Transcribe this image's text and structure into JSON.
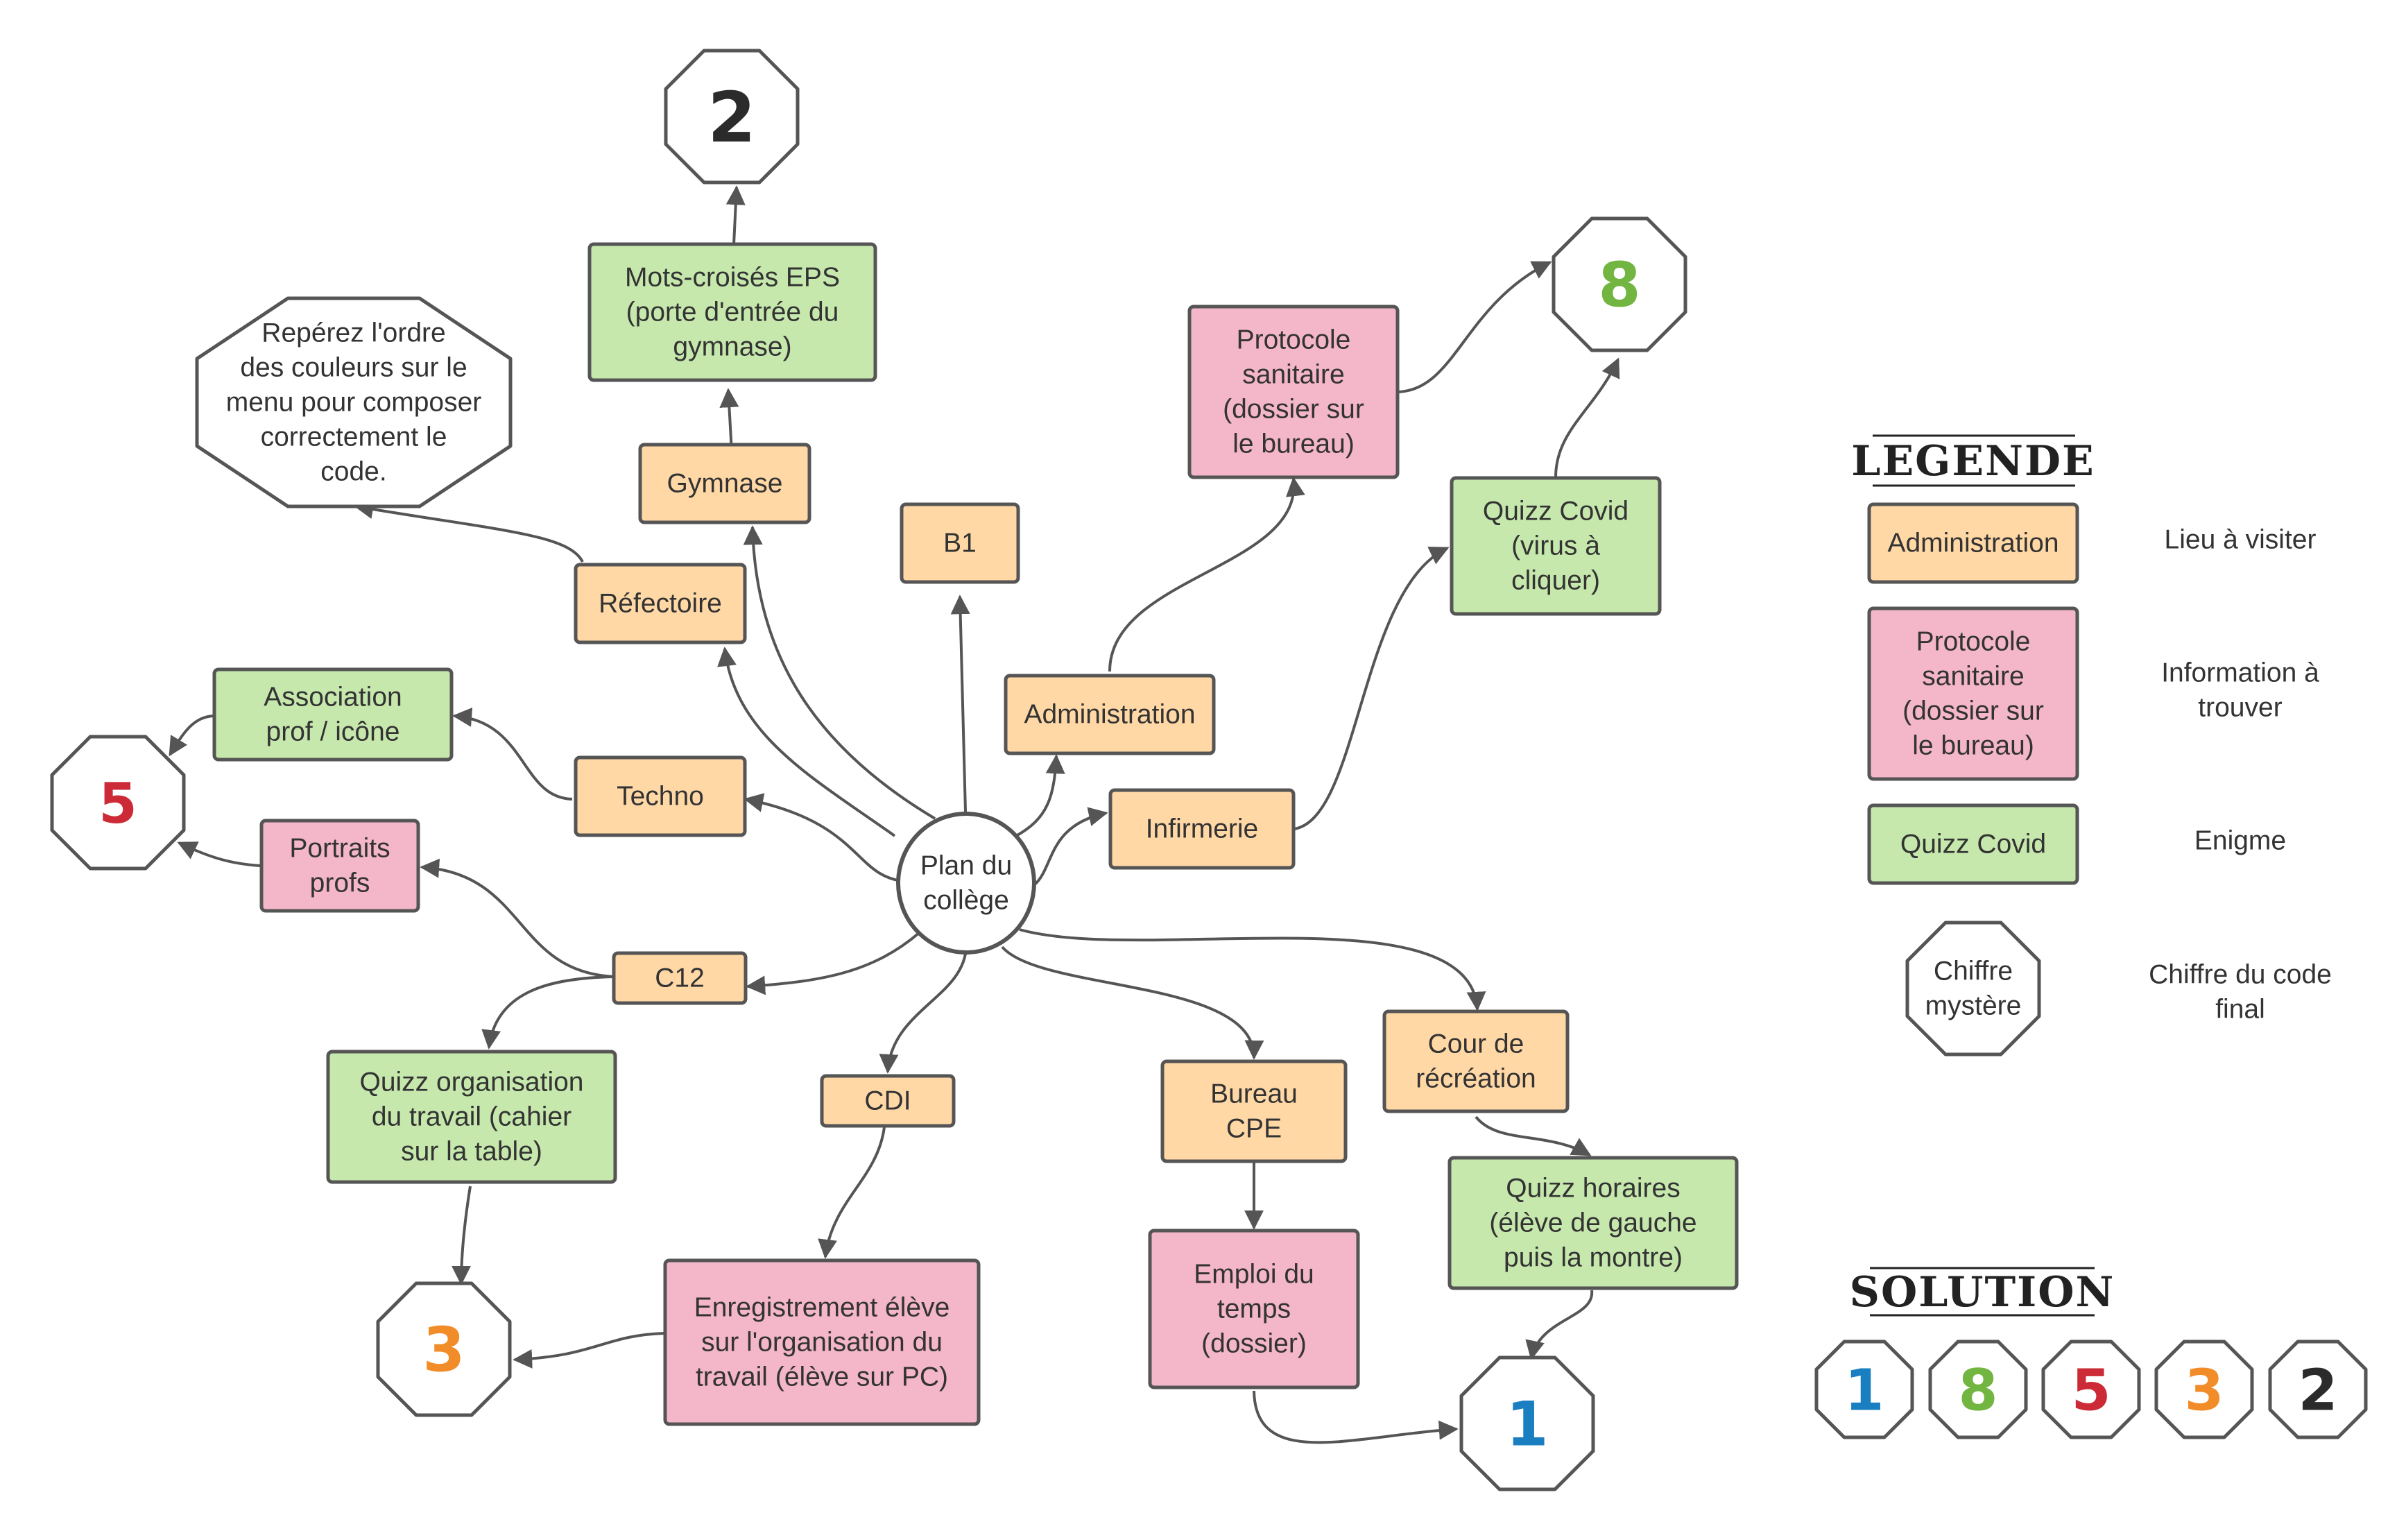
{
  "colors": {
    "administration": "#ffd8a6",
    "information": "#f4b6c9",
    "enigme": "#c6e8ad",
    "stroke": "#555555",
    "blue": "#1a7fc1",
    "green": "#72b541",
    "red": "#cc2a36",
    "orange": "#f28c28",
    "black": "#2b2b2b"
  },
  "center": {
    "lines": [
      "Plan du",
      "collège"
    ]
  },
  "nodes": {
    "mots_croises": {
      "lines": [
        "Mots-croisés EPS",
        "(porte d'entrée du",
        "gymnase)"
      ]
    },
    "gymnase": {
      "lines": [
        "Gymnase"
      ]
    },
    "refectoire": {
      "lines": [
        "Réfectoire"
      ]
    },
    "repere_hint": {
      "lines": [
        "Repérez l'ordre",
        "des couleurs sur le",
        "menu pour composer",
        "correctement le",
        "code."
      ]
    },
    "b1": {
      "lines": [
        "B1"
      ]
    },
    "protocole": {
      "lines": [
        "Protocole",
        "sanitaire",
        "(dossier sur",
        "le bureau)"
      ]
    },
    "administration": {
      "lines": [
        "Administration"
      ]
    },
    "quizz_covid": {
      "lines": [
        "Quizz Covid",
        "(virus à",
        "cliquer)"
      ]
    },
    "infirmerie": {
      "lines": [
        "Infirmerie"
      ]
    },
    "association": {
      "lines": [
        "Association",
        "prof / icône"
      ]
    },
    "techno": {
      "lines": [
        "Techno"
      ]
    },
    "portraits": {
      "lines": [
        "Portraits",
        "profs"
      ]
    },
    "c12": {
      "lines": [
        "C12"
      ]
    },
    "quizz_orga": {
      "lines": [
        "Quizz organisation",
        "du travail (cahier",
        "sur la table)"
      ]
    },
    "cdi": {
      "lines": [
        "CDI"
      ]
    },
    "enregistrement": {
      "lines": [
        "Enregistrement élève",
        "sur l'organisation du",
        "travail (élève sur PC)"
      ]
    },
    "bureau_cpe": {
      "lines": [
        "Bureau",
        "CPE"
      ]
    },
    "emploi": {
      "lines": [
        "Emploi du",
        "temps",
        "(dossier)"
      ]
    },
    "cour": {
      "lines": [
        "Cour de",
        "récréation"
      ]
    },
    "quizz_horaires": {
      "lines": [
        "Quizz horaires",
        "(élève de gauche",
        "puis la montre)"
      ]
    }
  },
  "digits": {
    "gym": {
      "value": "2",
      "color": "#2b2b2b"
    },
    "covid": {
      "value": "8",
      "color": "#72b541"
    },
    "asso": {
      "value": "5",
      "color": "#cc2a36"
    },
    "orga": {
      "value": "3",
      "color": "#f28c28"
    },
    "horaires": {
      "value": "1",
      "color": "#1a7fc1"
    }
  },
  "legend": {
    "title": "LEGENDE",
    "items": [
      {
        "sample": [
          "Administration"
        ],
        "desc": [
          "Lieu à visiter"
        ]
      },
      {
        "sample": [
          "Protocole",
          "sanitaire",
          "(dossier sur",
          "le bureau)"
        ],
        "desc": [
          "Information à",
          "trouver"
        ]
      },
      {
        "sample": [
          "Quizz Covid"
        ],
        "desc": [
          "Enigme"
        ]
      },
      {
        "sample": [
          "Chiffre",
          "mystère"
        ],
        "desc": [
          "Chiffre du code",
          "final"
        ]
      }
    ]
  },
  "solution": {
    "title": "SOLUTION",
    "digits": [
      {
        "value": "1",
        "color": "#1a7fc1"
      },
      {
        "value": "8",
        "color": "#72b541"
      },
      {
        "value": "5",
        "color": "#cc2a36"
      },
      {
        "value": "3",
        "color": "#f28c28"
      },
      {
        "value": "2",
        "color": "#2b2b2b"
      }
    ]
  }
}
